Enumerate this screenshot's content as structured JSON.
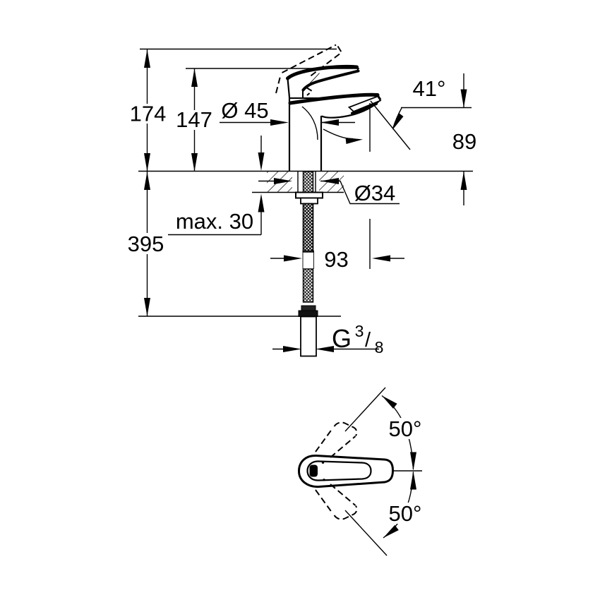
{
  "colors": {
    "background": "#ffffff",
    "line": "#000000"
  },
  "dimensions": {
    "total_height": "174",
    "lever_height": "147",
    "body_diameter": "Ø 45",
    "spout_angle": "41°",
    "outlet_height": "89",
    "hole_diameter": "Ø34",
    "max_deck_thickness": "max. 30",
    "install_depth": "395",
    "spout_reach": "93",
    "swivel_upper": "50°",
    "swivel_lower": "50°",
    "thread": {
      "letter": "G",
      "numerator": "3",
      "slash": "/",
      "denominator": "8"
    }
  }
}
